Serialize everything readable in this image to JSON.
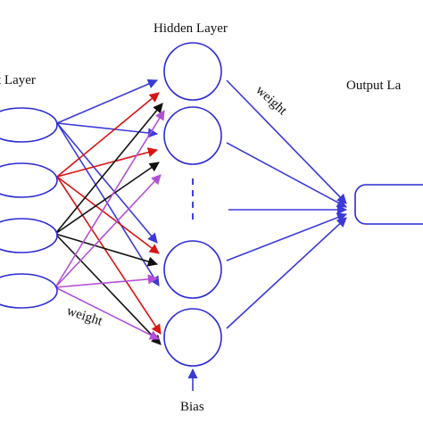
{
  "labels": {
    "input_layer": "t Layer",
    "hidden_layer": "Hidden Layer",
    "output_layer": "Output La",
    "weight_top": "weight",
    "weight_bottom": "weight",
    "bias": "Bias",
    "ellipsis": "⋮"
  },
  "colors": {
    "node_stroke": "#2b2bd6",
    "blue": "#3a3ad8",
    "red": "#d81414",
    "black": "#111111",
    "purple": "#b34fd6"
  }
}
